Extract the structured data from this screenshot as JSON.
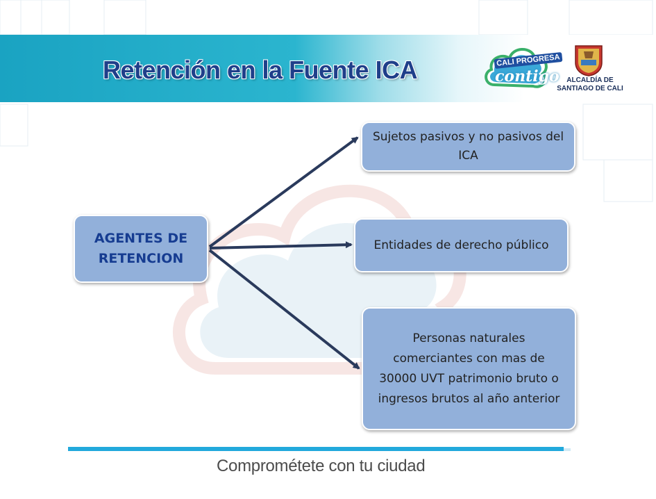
{
  "header": {
    "title": "Retención en la Fuente ICA",
    "logo_cloud_line1": "CALI PROGRESA",
    "logo_cloud_line2": "contigo",
    "alcaldia_line1": "ALCALDÍA DE",
    "alcaldia_line2": "SANTIAGO DE CALI"
  },
  "diagram": {
    "source": "AGENTES DE RETENCION",
    "targets": [
      "Sujetos pasivos y no pasivos del ICA",
      "Entidades de derecho público",
      "Personas naturales comerciantes con mas de 30000 UVT patrimonio bruto o ingresos brutos al año anterior"
    ]
  },
  "footer": {
    "slogan": "Comprométete con tu ciudad"
  },
  "colors": {
    "banner": "#1aa3c2",
    "title": "#1f3f8a",
    "box_fill": "#92b0da",
    "source_text": "#163c91",
    "arrow": "#2a3a5c",
    "footer_line": "#22a9dc"
  }
}
